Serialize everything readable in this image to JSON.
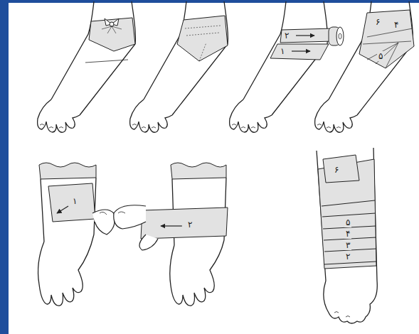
{
  "diagram": {
    "labels": [
      "۲",
      "۱",
      "۶",
      "۴",
      "۵",
      "۱",
      "۲",
      "۶",
      "۵",
      "۴",
      "۳",
      "۲"
    ]
  }
}
